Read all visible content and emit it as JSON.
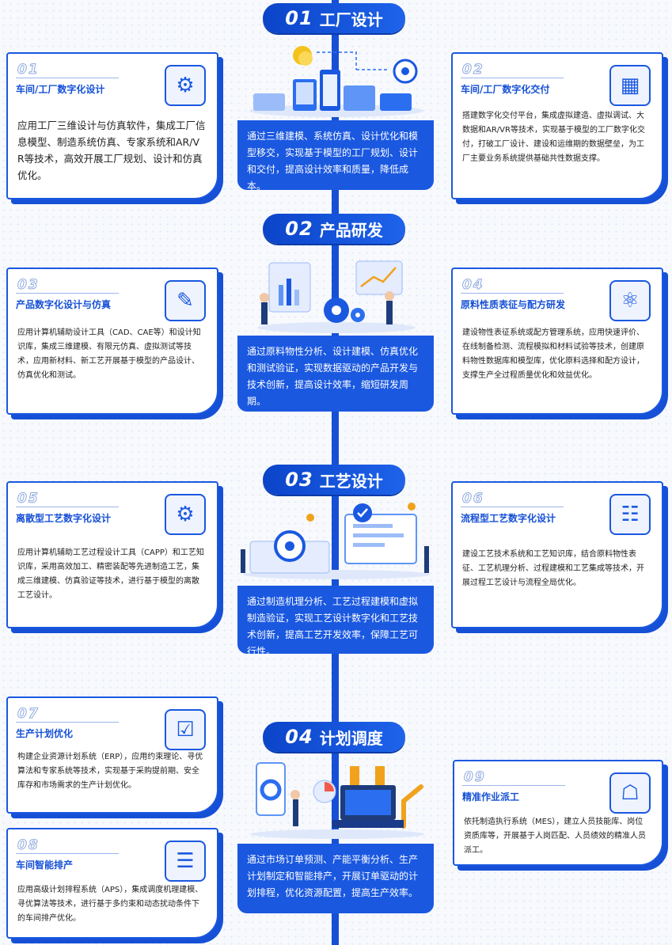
{
  "sections": [
    {
      "number": "01",
      "title": "工厂设计",
      "summary": "通过三维建模、系统仿真、设计优化和模型移交，实现基于模型的工厂规划、设计和交付，提高设计效率和质量，降低成本。"
    },
    {
      "number": "02",
      "title": "产品研发",
      "summary": "通过原料物性分析、设计建模、仿真优化和测试验证，实现数据驱动的产品开发与技术创新，提高设计效率，缩短研发周期。"
    },
    {
      "number": "03",
      "title": "工艺设计",
      "summary": "通过制造机理分析、工艺过程建模和虚拟制造验证，实现工艺设计数字化和工艺技术创新，提高工艺开发效率，保障工艺可行性。"
    },
    {
      "number": "04",
      "title": "计划调度",
      "summary": "通过市场订单预测、产能平衡分析、生产计划制定和智能排产，开展订单驱动的计划排程，优化资源配置，提高生产效率。"
    }
  ],
  "cards": [
    {
      "number": "01",
      "title": "车间/工厂数字化设计",
      "icon": "network-gear-icon",
      "text": "应用工厂三维设计与仿真软件，集成工厂信息模型、制造系统仿真、专家系统和AR/VR等技术，高效开展工厂规划、设计和仿真优化。"
    },
    {
      "number": "02",
      "title": "车间/工厂数字化交付",
      "icon": "calculator-document-icon",
      "text": "搭建数字化交付平台，集成虚拟建造、虚拟调试、大数据和AR/VR等技术，实现基于模型的工厂数字化交付，打破工厂设计、建设和运维期的数据壁垒，为工厂主要业务系统提供基础共性数据支撑。"
    },
    {
      "number": "03",
      "title": "产品数字化设计与仿真",
      "icon": "blueprint-pencil-icon",
      "text": "应用计算机辅助设计工具（CAD、CAE等）和设计知识库，集成三维建模、有限元仿真、虚拟测试等技术，应用新材料、新工艺开展基于模型的产品设计、仿真优化和测试。"
    },
    {
      "number": "04",
      "title": "原料性质表征与配方研发",
      "icon": "atom-icon",
      "text": "建设物性表征系统或配方管理系统，应用快速评价、在线制备检测、流程模拟和材料试验等技术，创建原料物性数据库和模型库，优化原料选择和配方设计，支撑生产全过程质量优化和效益优化。"
    },
    {
      "number": "05",
      "title": "离散型工艺数字化设计",
      "icon": "monitor-gear-icon",
      "text": "应用计算机辅助工艺过程设计工具（CAPP）和工艺知识库，采用高效加工、精密装配等先进制造工艺，集成三维建模、仿真验证等技术，进行基于模型的离散工艺设计。"
    },
    {
      "number": "06",
      "title": "流程型工艺数字化设计",
      "icon": "flow-chip-icon",
      "text": "建设工艺技术系统和工艺知识库，结合原料物性表征、工艺机理分析、过程建模和工艺集成等技术，开展过程工艺设计与流程全局优化。"
    },
    {
      "number": "07",
      "title": "生产计划优化",
      "icon": "checklist-icon",
      "text": "构建企业资源计划系统（ERP），应用约束理论、寻优算法和专家系统等技术，实现基于采购提前期、安全库存和市场需求的生产计划优化。"
    },
    {
      "number": "08",
      "title": "车间智能排产",
      "icon": "schedule-gear-icon",
      "text": "应用高级计划排程系统（APS），集成调度机理建模、寻优算法等技术，进行基于多约束和动态扰动条件下的车间排产优化。"
    },
    {
      "number": "09",
      "title": "精准作业派工",
      "icon": "presenter-icon",
      "text": "依托制造执行系统（MES），建立人员技能库、岗位资质库等，开展基于人岗匹配、人员绩效的精准人员派工。"
    }
  ]
}
